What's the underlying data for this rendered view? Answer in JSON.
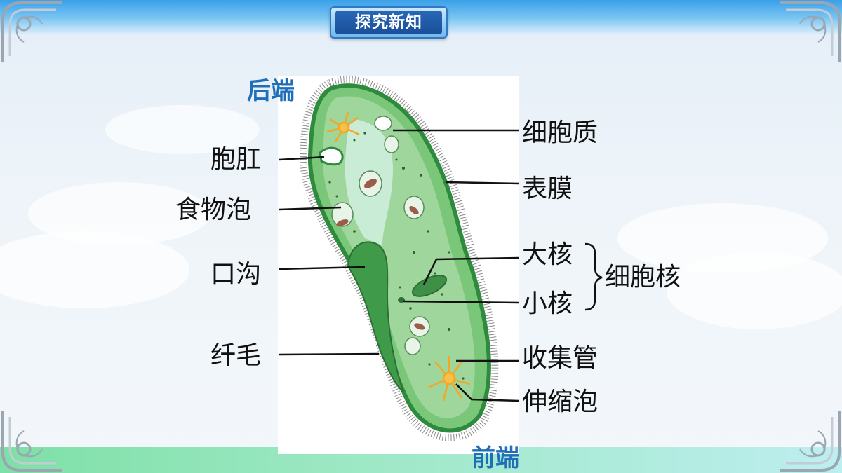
{
  "slide": {
    "title": "探究新知"
  },
  "diagram": {
    "ends": {
      "rear": "后端",
      "front": "前端"
    },
    "labels": {
      "anal_pore": "胞肛",
      "food_vacuole": "食物泡",
      "oral_groove": "口沟",
      "cilia": "纤毛",
      "cytoplasm": "细胞质",
      "membrane": "表膜",
      "macronucleus": "大核",
      "micronucleus": "小核",
      "nucleus_group": "细胞核",
      "collecting_canal": "收集管",
      "contractile_vacuole": "伸缩泡"
    },
    "colors": {
      "body_fill": "#7bc77a",
      "body_outline": "#2e8a3c",
      "cytoplasm_light": "#c8ecd6",
      "oral_groove": "#3f9a4a",
      "vacuole_star": "#f5a623",
      "end_label": "#1f6fb8"
    }
  }
}
